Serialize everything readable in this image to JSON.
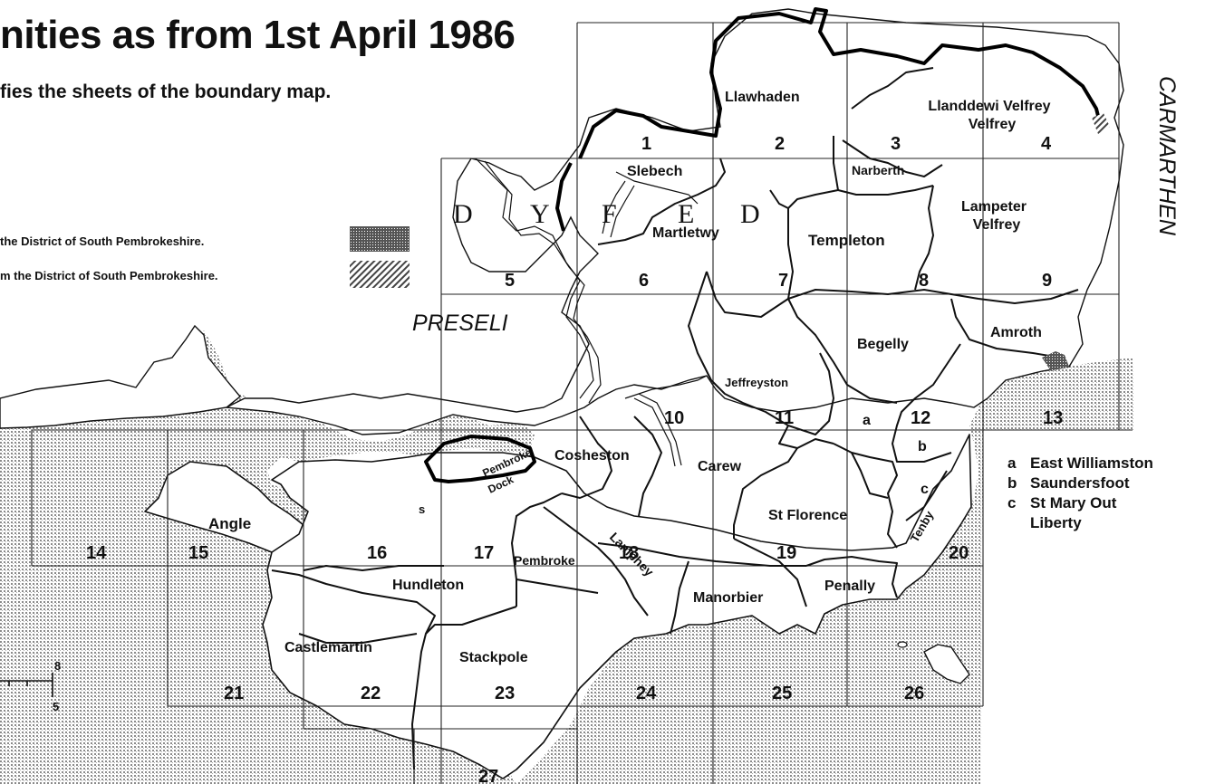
{
  "title": "nities as from 1st April 1986",
  "subtitle": "fies the sheets of the boundary map.",
  "key": [
    {
      "label": "the District of South Pembrokeshire.",
      "pattern": "dark-stipple"
    },
    {
      "label": "m the District of South Pembrokeshire.",
      "pattern": "hatch"
    }
  ],
  "regions": {
    "dyfed_letters": [
      "D",
      "Y",
      "F",
      "E",
      "D"
    ],
    "preseli": "PRESELI",
    "carmarthen": "CARMARTHEN"
  },
  "communities": [
    "Llawhaden",
    "Llanddewi Velfrey",
    "Slebech",
    "Narberth",
    "Lampeter Velfrey",
    "Martletwy",
    "Templeton",
    "Amroth",
    "Begelly",
    "Jeffreyston",
    "Cosheston",
    "Carew",
    "Pembroke Dock",
    "Angle",
    "Pembroke",
    "Lamphey",
    "St Florence",
    "Tenby",
    "Hundleton",
    "Manorbier",
    "Penally",
    "Castlemartin",
    "Stackpole"
  ],
  "sheet_numbers": [
    "1",
    "2",
    "3",
    "4",
    "5",
    "6",
    "7",
    "8",
    "9",
    "10",
    "11",
    "12",
    "13",
    "14",
    "15",
    "16",
    "17",
    "18",
    "19",
    "20",
    "21",
    "22",
    "23",
    "24",
    "25",
    "26",
    "27"
  ],
  "parish_letters": [
    "a",
    "b",
    "c"
  ],
  "inset_letter": "s",
  "legend": [
    {
      "key": "a",
      "name": "East Williamston"
    },
    {
      "key": "b",
      "name": "Saundersfoot"
    },
    {
      "key": "c",
      "name": "St Mary Out Liberty"
    }
  ],
  "scale": {
    "top": "8",
    "bottom": "5"
  },
  "colors": {
    "ink": "#111111",
    "sea_stipple": "#c9c9c9",
    "paper": "#ffffff"
  }
}
